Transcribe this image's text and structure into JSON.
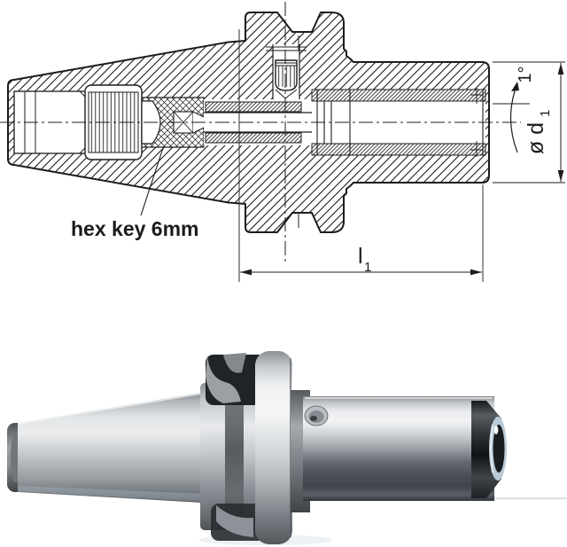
{
  "figure": {
    "background": "#ffffff",
    "top_section": "technical cross-section drawing of side-lock tool holder",
    "bottom_section": "product photograph of side-lock tool holder"
  },
  "drawing": {
    "ink": "#1c1c1c",
    "labels": {
      "hex_key": "hex key 6mm",
      "length_symbol": "l",
      "length_subscript": "1",
      "diameter_symbol": "ø d",
      "diameter_subscript": "1",
      "angle": "1°"
    }
  },
  "photo": {
    "metal_light": "#eef0f2",
    "metal_mid": "#9aa0a6",
    "metal_dark": "#3f444a",
    "notch_dark": "#1b1e21",
    "bore_highlight": "#b9cad7"
  }
}
